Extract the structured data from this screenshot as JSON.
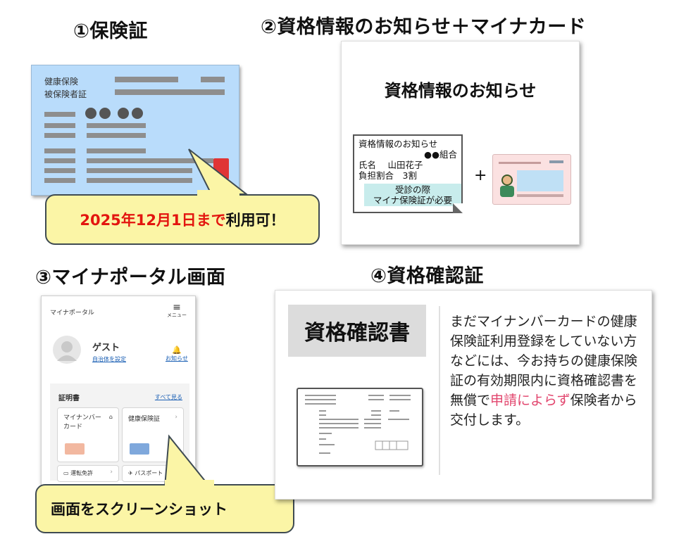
{
  "panel1": {
    "title": "①保険証",
    "card_label_1": "健康保険",
    "card_label_2": "被保険者証",
    "callout_red": "2025年12月1日まで",
    "callout_black": "利用可！"
  },
  "panel2": {
    "title": "②資格情報のお知らせ＋マイナカード",
    "heading": "資格情報のお知らせ",
    "paper_title": "資格情報のお知らせ",
    "paper_union": "●●組合",
    "paper_name": "氏名　 山田花子",
    "paper_burden": "負担割合　3割",
    "paper_note_1": "受診の際",
    "paper_note_2": "マイナ保険証が必要",
    "plus": "+"
  },
  "panel3": {
    "title": "③マイナポータル画面",
    "app_name": "マイナポータル",
    "menu_label": "メニュー",
    "user_name": "ゲスト",
    "set_municipality": "自治体を設定",
    "notice": "お知らせ",
    "certs_heading": "証明書",
    "see_all": "すべて見る",
    "tile_myna": "マイナンバーカード",
    "tile_insurance": "健康保険証",
    "tile_license": "運転免許",
    "tile_passport": "パスポート",
    "callout": "画面をスクリーンショット"
  },
  "panel4": {
    "title": "④資格確認証",
    "heading": "資格確認書",
    "desc_1": "まだマイナンバーカードの健康保険証利用登録をしていない方などには、今お持ちの健康保険証の有効期限内に資格確認書を無償で",
    "desc_pink": "申請によらず",
    "desc_2": "保険者から交付します。"
  },
  "colors": {
    "callout_bg": "#fbf5a6",
    "callout_red": "#e3150f",
    "card_blue": "#b9dcfb",
    "highlight_pink": "#e2466e"
  }
}
